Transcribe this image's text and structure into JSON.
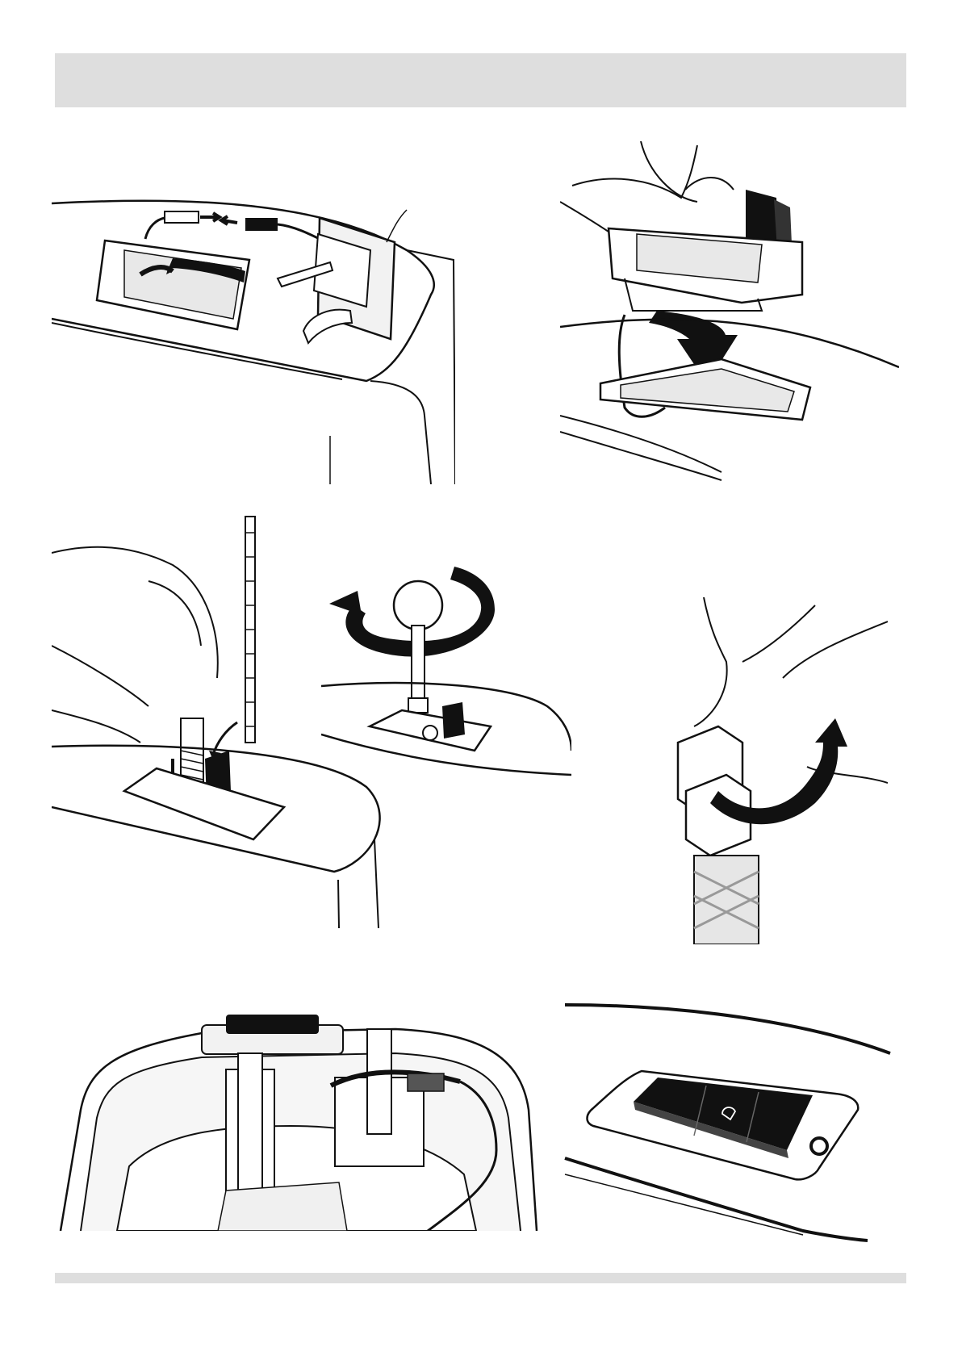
{
  "page": {
    "header_bar": "",
    "footer_bar": ""
  },
  "illustrations": [
    {
      "id": "fig-1",
      "icon": "cable-connector-illustration"
    },
    {
      "id": "fig-2",
      "icon": "flush-module-insert-illustration"
    },
    {
      "id": "fig-3",
      "icon": "spring-rod-install-illustration"
    },
    {
      "id": "fig-4",
      "icon": "key-tighten-illustration"
    },
    {
      "id": "fig-5",
      "icon": "valve-open-illustration"
    },
    {
      "id": "fig-6",
      "icon": "cistern-interior-illustration"
    },
    {
      "id": "fig-7",
      "icon": "flush-button-illustration"
    }
  ],
  "colors": {
    "bar": "#dedede",
    "ink": "#111111",
    "paper": "#ffffff"
  }
}
